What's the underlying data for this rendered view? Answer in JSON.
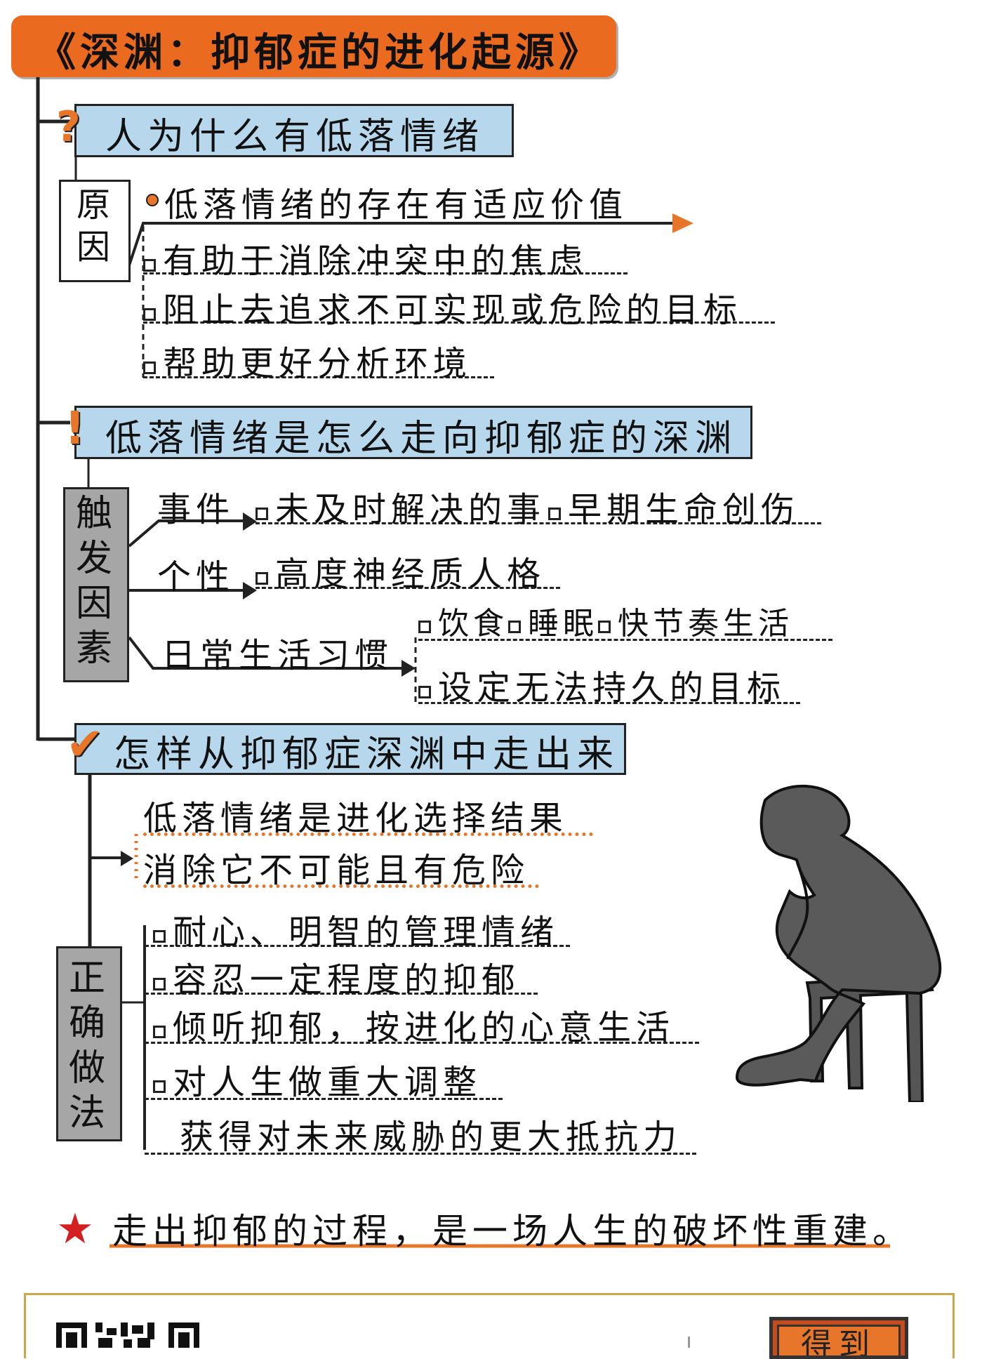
{
  "title": "《深渊：抑郁症的进化起源》",
  "section1": {
    "header": "人为什么有低落情绪",
    "icon": "question-icon",
    "reason_label": [
      "原",
      "因"
    ],
    "main_point": "低落情绪的存在有适应价值",
    "items": [
      "有助于消除冲突中的焦虑",
      "阻止去追求不可实现或危险的目标",
      "帮助更好分析环境"
    ]
  },
  "section2": {
    "header": "低落情绪是怎么走向抑郁症的深渊",
    "icon": "exclamation-icon",
    "trigger_label": [
      "触",
      "发",
      "因",
      "素"
    ],
    "factors": [
      {
        "name": "事件",
        "items": [
          "未及时解决的事",
          "早期生命创伤"
        ]
      },
      {
        "name": "个性",
        "items": [
          "高度神经质人格"
        ]
      },
      {
        "name": "日常生活习惯",
        "items": [
          "饮食",
          "睡眠",
          "快节奏生活",
          "设定无法持久的目标"
        ]
      }
    ]
  },
  "section3": {
    "header": "怎样从抑郁症深渊中走出来",
    "icon": "check-icon",
    "premise": [
      "低落情绪是进化选择结果",
      "消除它不可能且有危险"
    ],
    "method_label": [
      "正",
      "确",
      "做",
      "法"
    ],
    "methods": [
      "耐心、明智的管理情绪",
      "容忍一定程度的抑郁",
      "倾听抑郁，按进化的心意生活",
      "对人生做重大调整",
      "获得对未来威胁的更大抵抗力"
    ]
  },
  "conclusion": "走出抑郁的过程，是一场人生的破坏性重建。",
  "footer_logo_text": "得到",
  "colors": {
    "accent": "#ea6a1f",
    "section_bg": "#b7d8ec",
    "label_bg": "#a6a6a6",
    "star": "#d42020"
  }
}
